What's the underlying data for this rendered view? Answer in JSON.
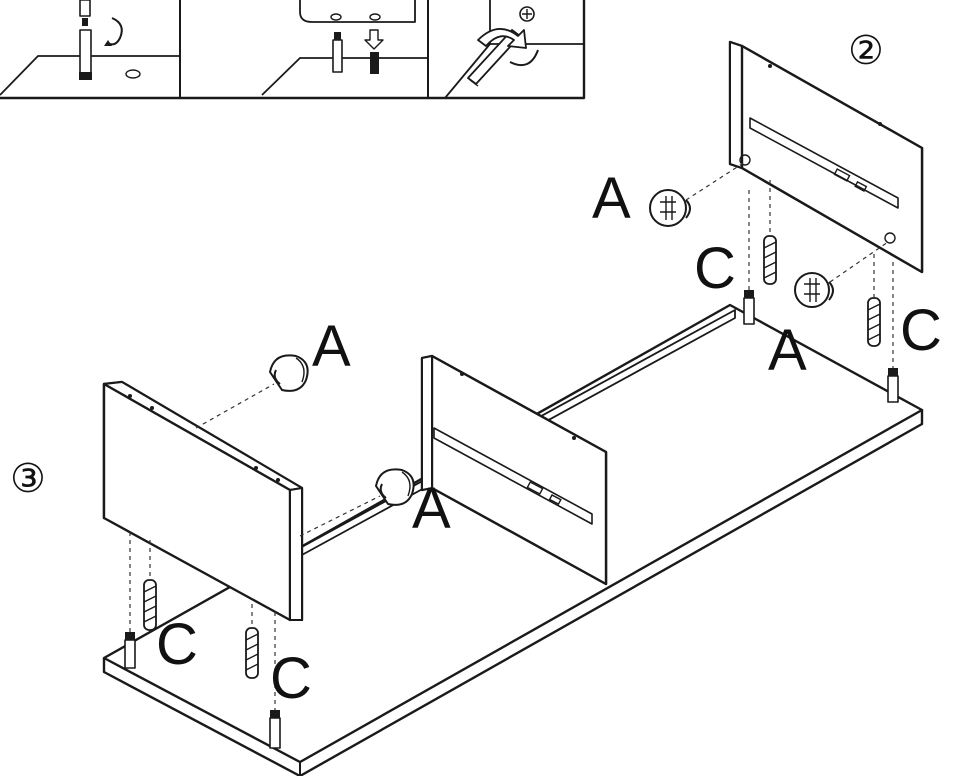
{
  "steps": {
    "step2": "②",
    "step3": "③"
  },
  "labels": {
    "a_top_right": "A",
    "a_right_mid": "A",
    "a_left_top": "A",
    "a_center": "A",
    "c_right_left": "C",
    "c_right_right": "C",
    "c_left_1": "C",
    "c_left_2": "C"
  },
  "colors": {
    "line": "#1a1a1a",
    "background": "#ffffff"
  }
}
